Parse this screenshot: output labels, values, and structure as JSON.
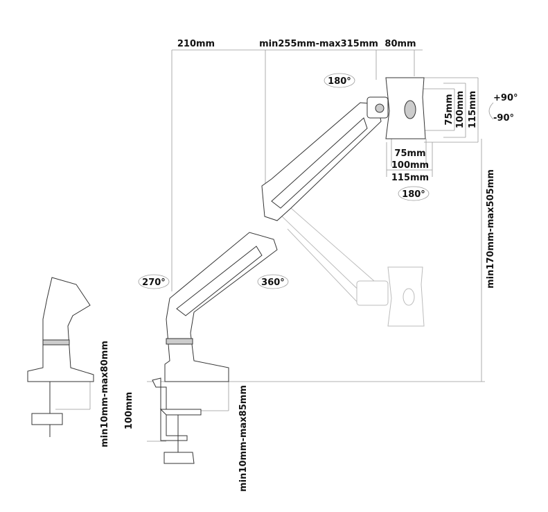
{
  "dimensions": {
    "top_left_reach": "210mm",
    "top_arm_length": "min255mm-max315mm",
    "top_head_offset": "80mm",
    "vesa_v_75": "75mm",
    "vesa_v_100": "100mm",
    "vesa_v_115": "115mm",
    "vesa_h_75": "75mm",
    "vesa_h_100": "100mm",
    "vesa_h_115": "115mm",
    "height_range": "min170mm-max505mm",
    "desk_clamp_left": "min10mm-max80mm",
    "clamp_height": "100mm",
    "desk_clamp_right": "min10mm-max85mm"
  },
  "rotations": {
    "top_tilt": "180°",
    "head_swivel": "180°",
    "base_rotation": "270°",
    "elbow_rotation": "360°",
    "tilt_plus": "+90°",
    "tilt_minus": "-90°"
  }
}
